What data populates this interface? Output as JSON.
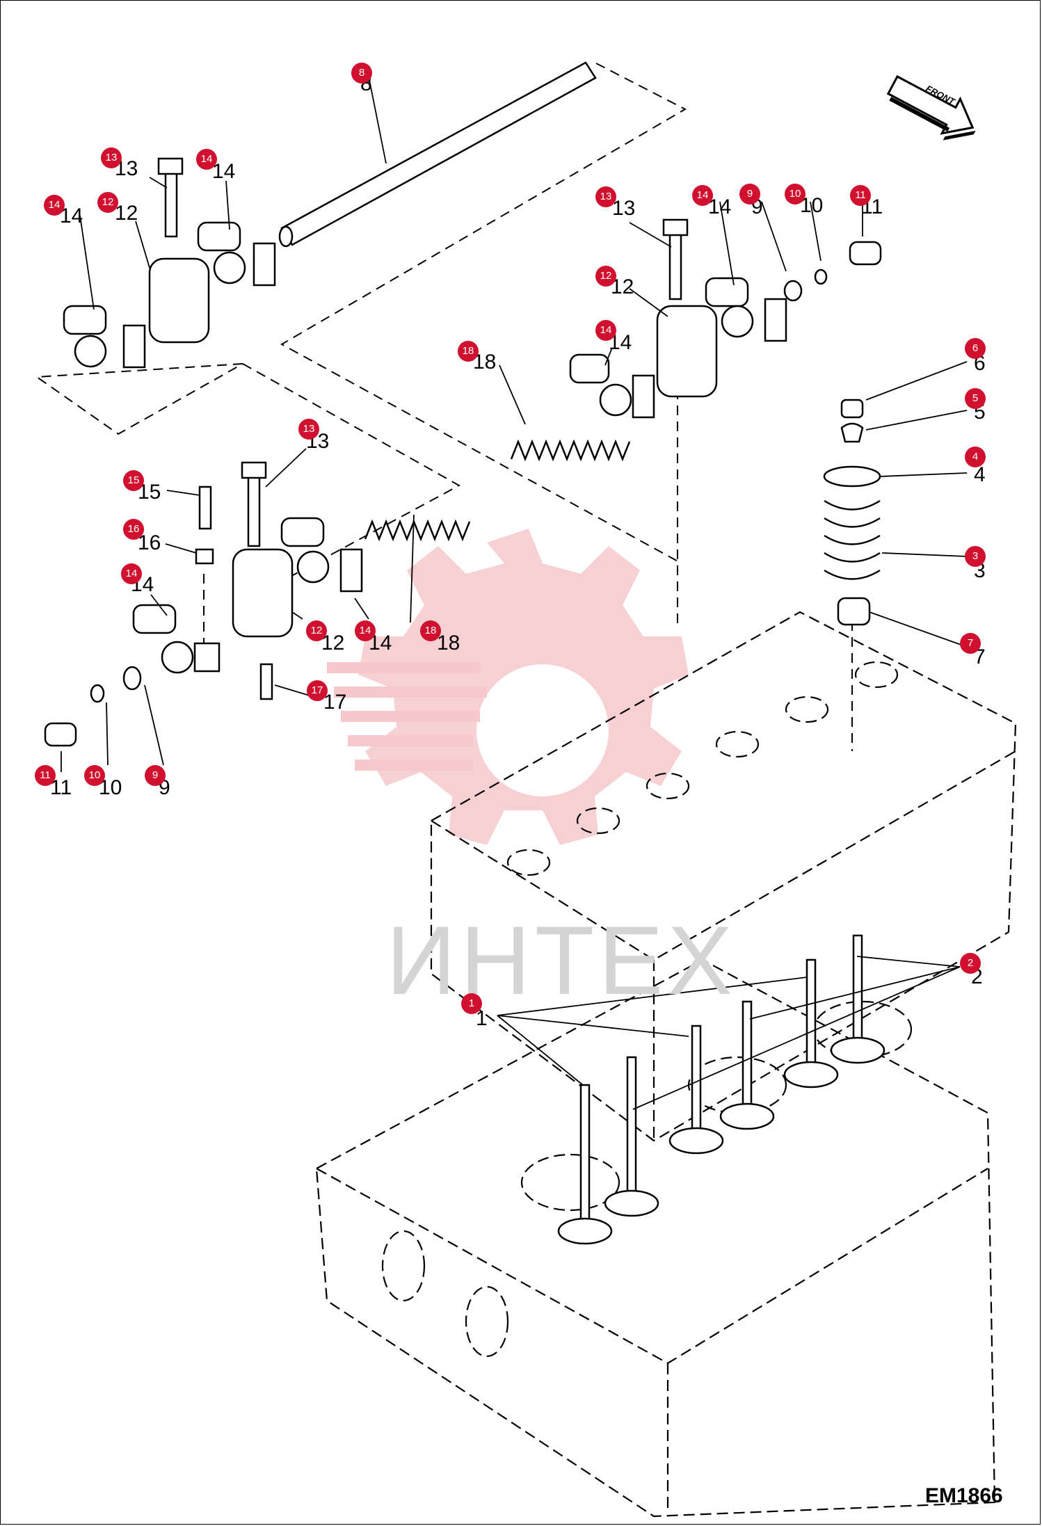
{
  "figure_id": "EM1866",
  "front_label": "FRONT",
  "watermark": "ИНТЕХ",
  "accent_color": "#d0102e",
  "parts": [
    {
      "id": "p1",
      "num": "1"
    },
    {
      "id": "p2",
      "num": "2"
    },
    {
      "id": "p3",
      "num": "3"
    },
    {
      "id": "p4",
      "num": "4"
    },
    {
      "id": "p5",
      "num": "5"
    },
    {
      "id": "p6",
      "num": "6"
    },
    {
      "id": "p7",
      "num": "7"
    },
    {
      "id": "p8",
      "num": "8"
    },
    {
      "id": "p9",
      "num": "9"
    },
    {
      "id": "p10",
      "num": "10"
    },
    {
      "id": "p11",
      "num": "11"
    },
    {
      "id": "p12",
      "num": "12"
    },
    {
      "id": "p13",
      "num": "13"
    },
    {
      "id": "p14",
      "num": "14"
    },
    {
      "id": "p15",
      "num": "15"
    },
    {
      "id": "p16",
      "num": "16"
    },
    {
      "id": "p17",
      "num": "17"
    },
    {
      "id": "p18",
      "num": "18"
    }
  ]
}
